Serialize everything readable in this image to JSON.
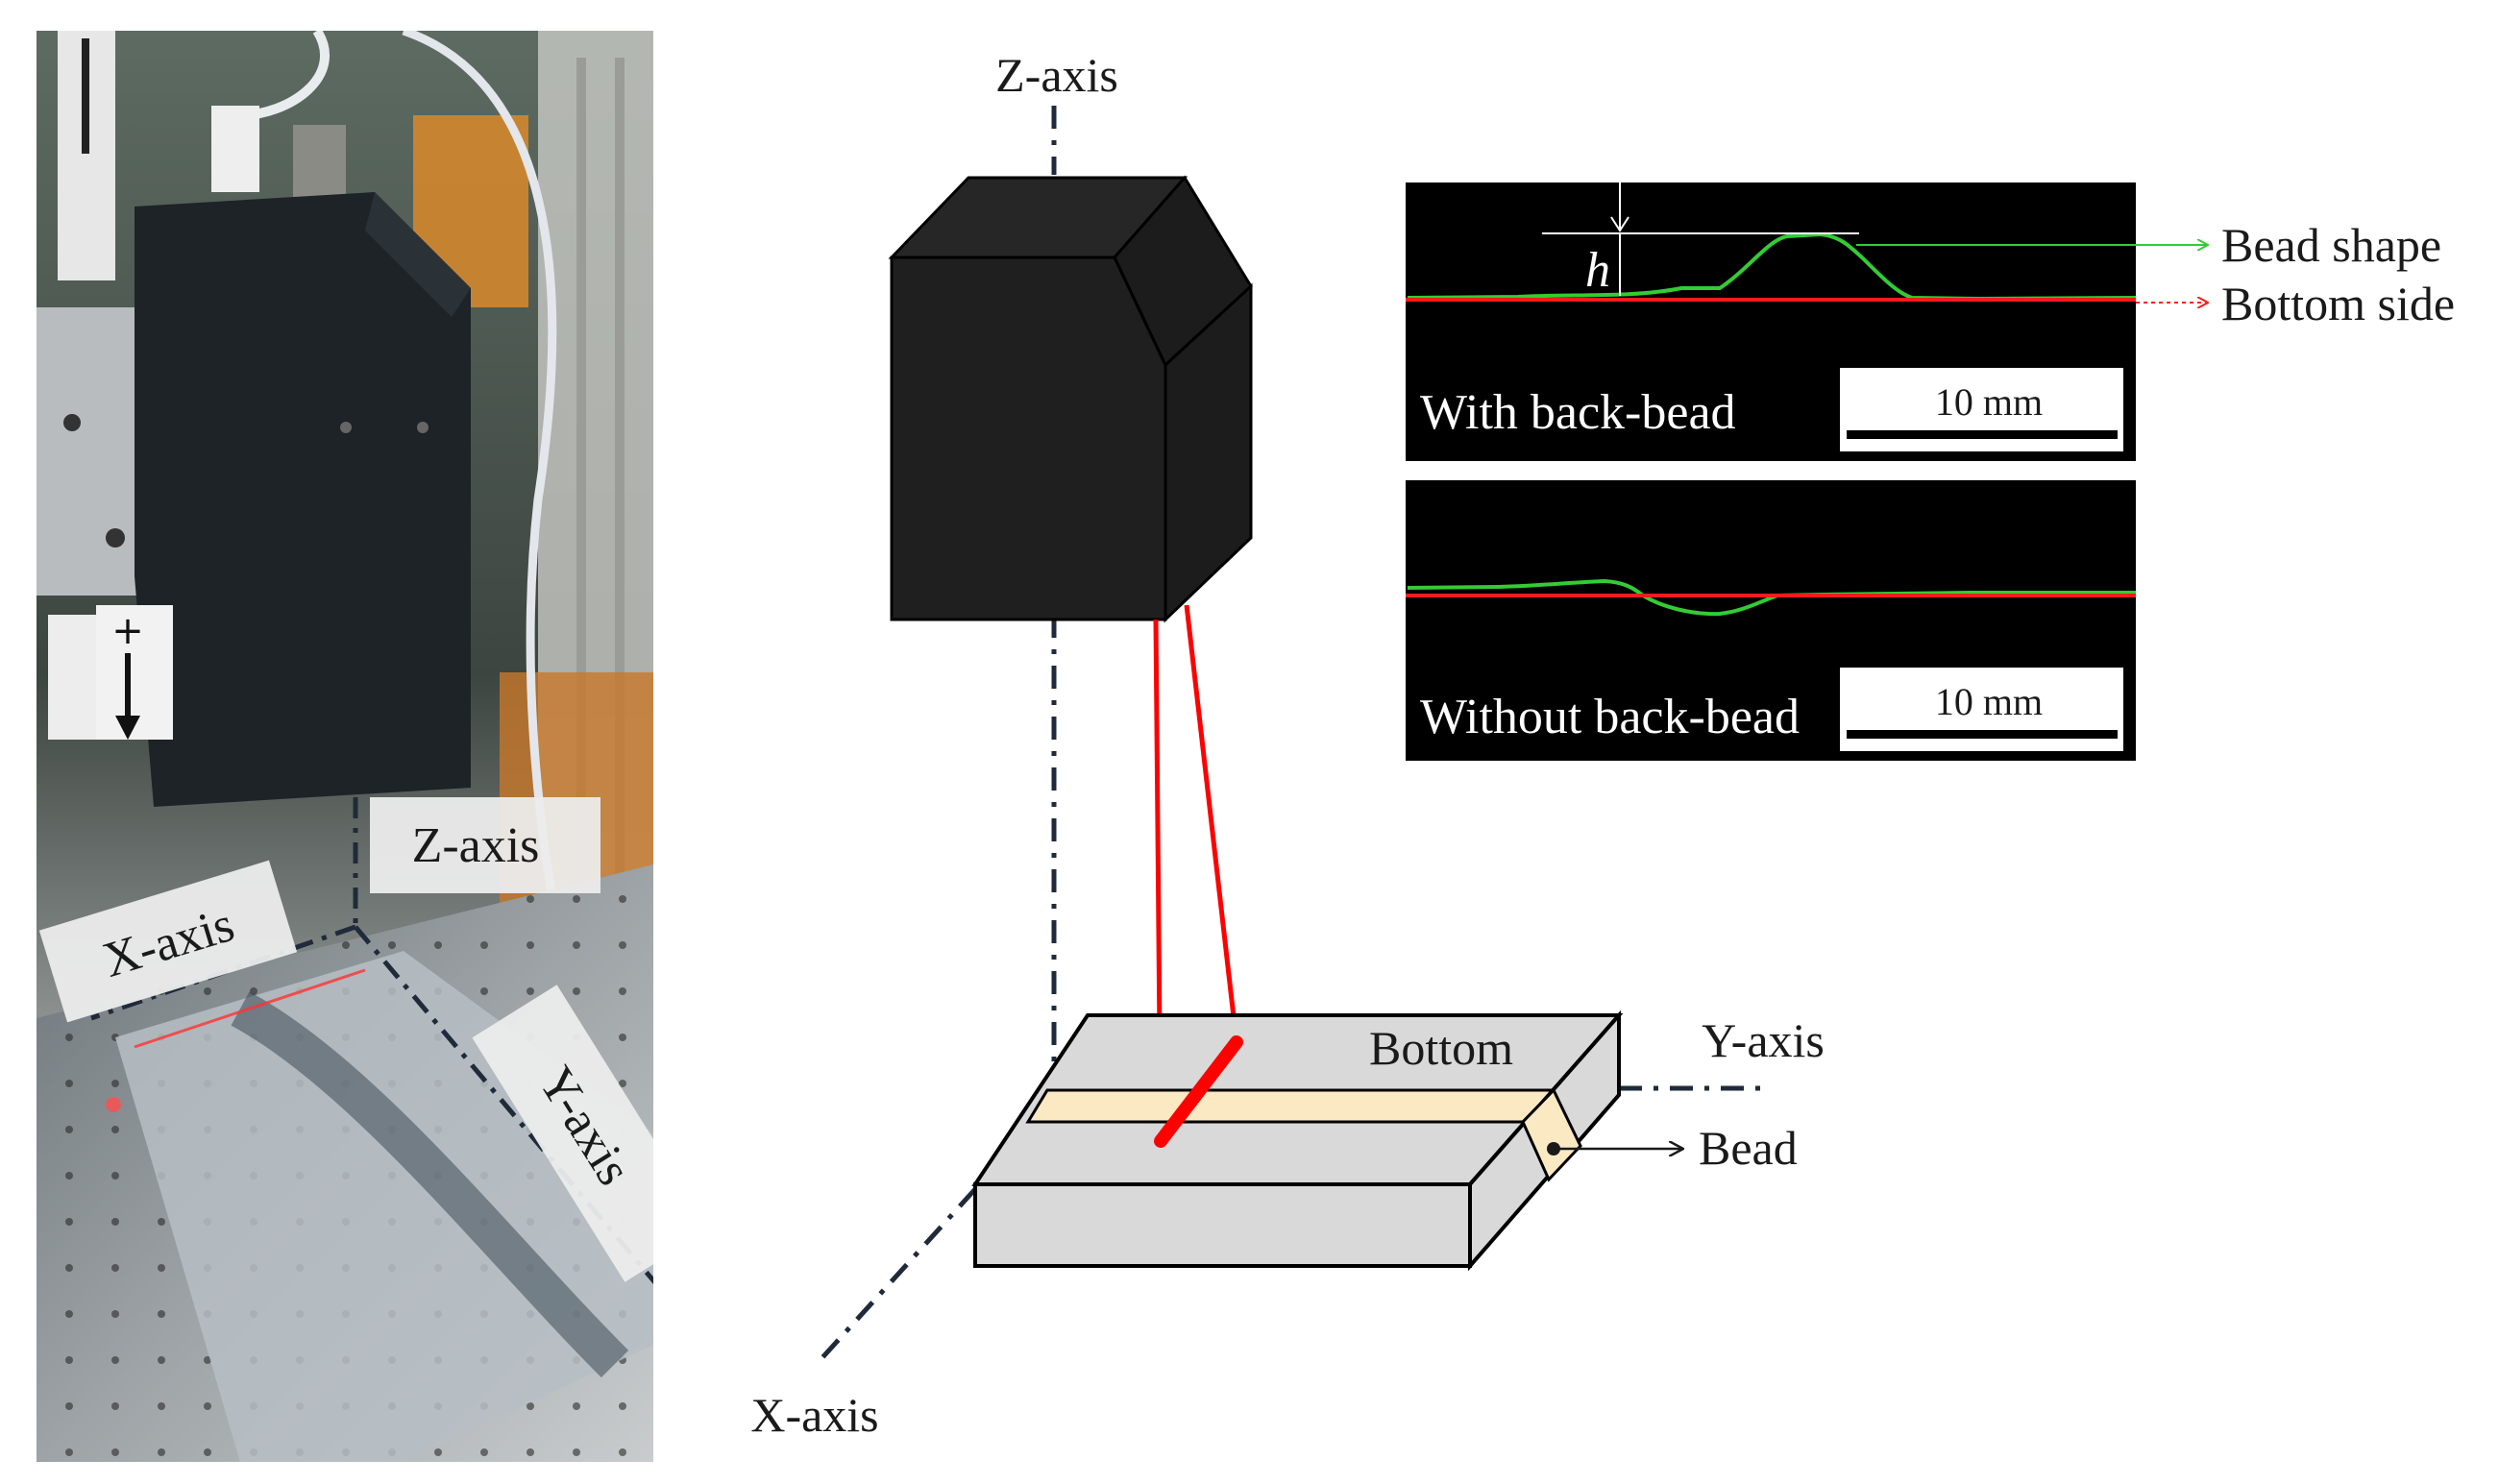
{
  "photo": {
    "z_label": "Z-axis",
    "x_label": "X-axis",
    "y_label": "Y-axis"
  },
  "diagram": {
    "z_axis": "Z-axis",
    "x_axis": "X-axis",
    "y_axis": "Y-axis",
    "bottom": "Bottom",
    "bead": "Bead"
  },
  "profiles": {
    "with": {
      "title": "With back-bead",
      "scale": "10 mm",
      "h_symbol": "h"
    },
    "without": {
      "title": "Without back-bead",
      "scale": "10 mm"
    },
    "legend": {
      "bead_shape": "Bead shape",
      "bottom_side": "Bottom side"
    }
  },
  "colors": {
    "profile_green": "#33cc33",
    "baseline_red": "#ff1a1a",
    "laser_red": "#ff0000",
    "bead_fill": "#fbe9c3",
    "plate_fill": "#d9d9d9",
    "sensor_fill": "#1f1f1f",
    "axis_dash": "#1f2a3a"
  }
}
